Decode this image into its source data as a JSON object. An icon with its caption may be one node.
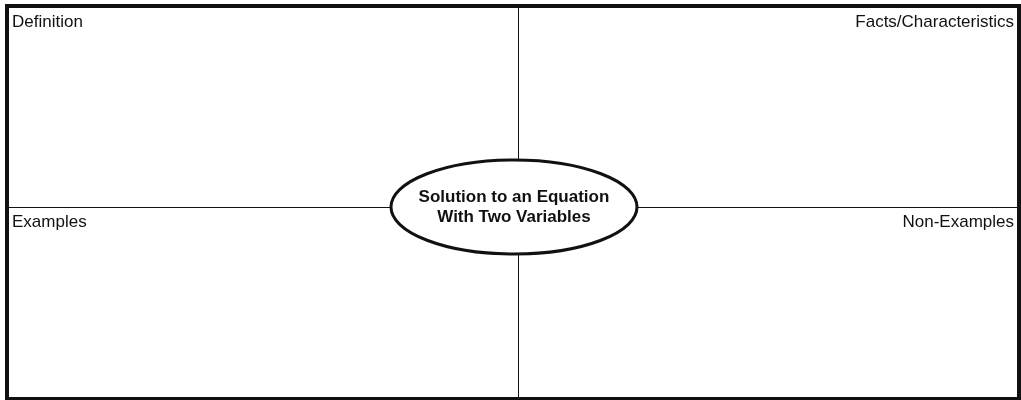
{
  "diagram": {
    "nodes": [
      {
        "text": [
          "Definition"
        ]
      },
      {
        "text": [
          "Facts/Characteristics"
        ]
      },
      {
        "text": [
          "Examples"
        ]
      },
      {
        "text": [
          "Non-Examples"
        ]
      },
      {
        "text": [
          "Solution to an Equation With Two Variables"
        ]
      }
    ]
  }
}
